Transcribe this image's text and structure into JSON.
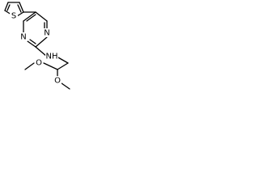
{
  "molecule": {
    "atom_labels": {
      "thiophene_sulfur": "S",
      "pyrimidine_n1": "N",
      "pyrimidine_n3": "N",
      "amine": "NH",
      "ether_o1": "O",
      "ether_o2": "O"
    },
    "colors": {
      "bond": "#000000",
      "label": "#000000",
      "background": "#ffffff"
    }
  }
}
